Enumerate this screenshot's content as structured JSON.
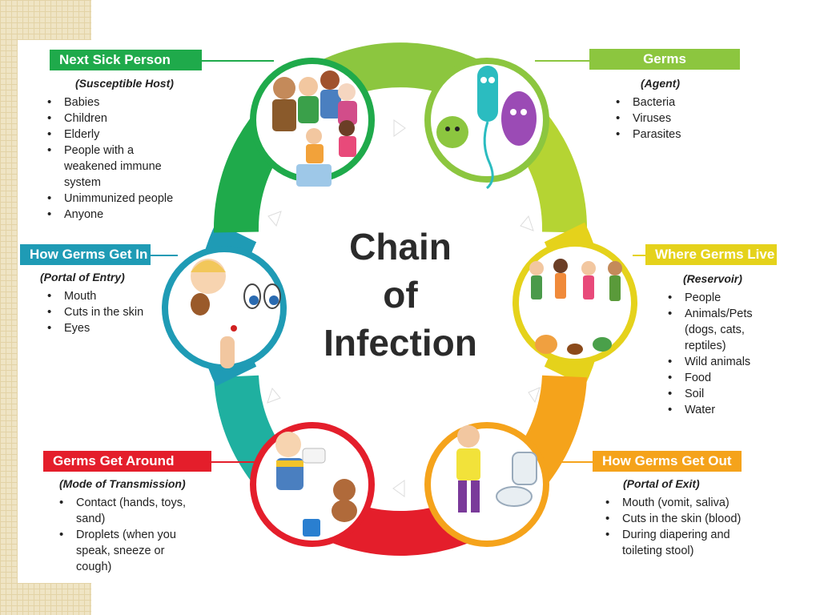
{
  "title": {
    "line1": "Chain",
    "line2": "of",
    "line3": "Infection"
  },
  "stages": {
    "next_sick_person": {
      "header": "Next Sick Person",
      "subtitle": "(Susceptible Host)",
      "items": [
        "Babies",
        "Children",
        "Elderly",
        "People with a weakened immune system",
        "Unimmunized people",
        "Anyone"
      ],
      "color": "#1faa4b"
    },
    "germs": {
      "header": "Germs",
      "subtitle": "(Agent)",
      "items": [
        "Bacteria",
        "Viruses",
        "Parasites"
      ],
      "color": "#8cc63f"
    },
    "where_germs_live": {
      "header": "Where Germs Live",
      "subtitle": "(Reservoir)",
      "items": [
        "People",
        "Animals/Pets (dogs, cats, reptiles)",
        "Wild animals",
        "Food",
        "Soil",
        "Water"
      ],
      "color": "#e5d21b"
    },
    "how_germs_get_out": {
      "header": "How Germs Get Out",
      "subtitle": "(Portal of Exit)",
      "items": [
        "Mouth (vomit, saliva)",
        "Cuts in the skin (blood)",
        "During diapering and toileting stool)"
      ],
      "color": "#f5a31b"
    },
    "germs_get_around": {
      "header": "Germs Get Around",
      "subtitle": "(Mode of Transmission)",
      "items": [
        "Contact (hands, toys, sand)",
        "Droplets (when you speak, sneeze or cough)"
      ],
      "color": "#e41e2b"
    },
    "how_germs_get_in": {
      "header": "How Germs Get In",
      "subtitle": "(Portal of Entry)",
      "items": [
        "Mouth",
        "Cuts in the skin",
        "Eyes"
      ],
      "color": "#1f9bb5"
    }
  }
}
